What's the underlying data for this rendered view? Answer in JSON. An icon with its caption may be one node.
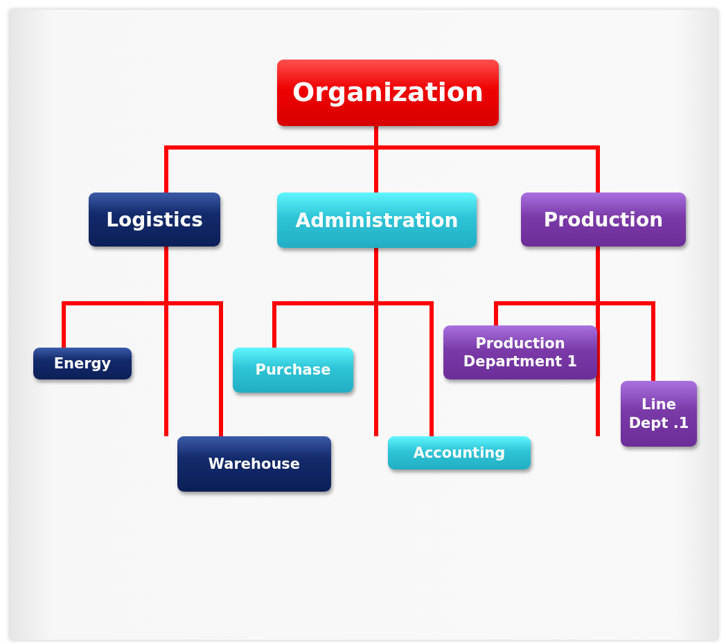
{
  "diagram": {
    "nodes": [
      {
        "text": [
          "Organization"
        ]
      },
      {
        "text": [
          "Logistics"
        ]
      },
      {
        "text": [
          "Administration"
        ]
      },
      {
        "text": [
          "Production"
        ]
      },
      {
        "text": [
          "Energy"
        ]
      },
      {
        "text": [
          "Purchase"
        ]
      },
      {
        "text": [
          "Warehouse"
        ]
      },
      {
        "text": [
          "Accounting"
        ]
      },
      {
        "text": [
          "Production Department 1"
        ]
      },
      {
        "text": [
          "Line Dept .1"
        ]
      }
    ],
    "edges": [
      {
        "from": 0,
        "to": 1,
        "arrow": "none"
      },
      {
        "from": 0,
        "to": 2,
        "arrow": "none"
      },
      {
        "from": 0,
        "to": 3,
        "arrow": "none"
      },
      {
        "from": 1,
        "to": 4,
        "arrow": "none"
      },
      {
        "from": 1,
        "to": 6,
        "arrow": "none"
      },
      {
        "from": 1,
        "to": null,
        "arrow": "none"
      },
      {
        "from": 2,
        "to": 5,
        "arrow": "none"
      },
      {
        "from": 2,
        "to": 7,
        "arrow": "none"
      },
      {
        "from": 2,
        "to": null,
        "arrow": "none"
      },
      {
        "from": 3,
        "to": 8,
        "arrow": "none"
      },
      {
        "from": 3,
        "to": 9,
        "arrow": "none"
      },
      {
        "from": 3,
        "to": null,
        "arrow": "none"
      }
    ]
  }
}
